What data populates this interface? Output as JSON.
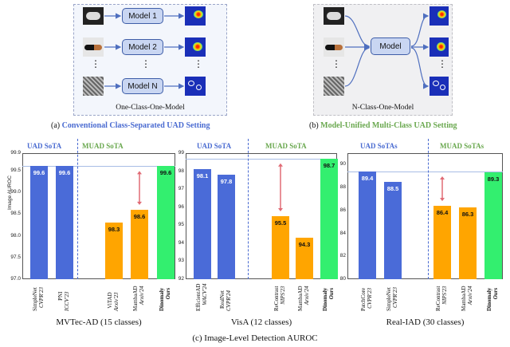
{
  "panel_a": {
    "models": [
      "Model 1",
      "Model 2",
      "Model N"
    ],
    "dots": "⋮",
    "inner_label": "One-Class-One-Model",
    "caption_prefix": "(a)",
    "caption_text": "Conventional Class-Separated UAD Setting"
  },
  "panel_b": {
    "model": "Model",
    "dots": "⋮",
    "inner_label": "N-Class-One-Model",
    "caption_prefix": "(b)",
    "caption_text": "Model-Unified Multi-Class UAD Setting"
  },
  "charts": {
    "ylabel": "Image AUROC",
    "figure_caption": "(c) Image-Level Detection AUROC"
  },
  "colors": {
    "blue_bar": "#4a6bd8",
    "orange_bar": "#ffa500",
    "green_bar": "#33ef6f",
    "arrow": "#e06a74"
  },
  "chart_data": [
    {
      "type": "bar",
      "caption": "MVTec-AD (15 classes)",
      "group_labels": [
        "UAD SoTA",
        "MUAD SoTA"
      ],
      "ylim": [
        97.0,
        99.9
      ],
      "yticks": [
        "97.0",
        "97.5",
        "98.0",
        "98.5",
        "99.0",
        "99.5",
        "99.9"
      ],
      "bars": [
        {
          "name": "SimpleNet",
          "venue": "CVPR'23",
          "value": 99.6,
          "label": "99.6",
          "group": "UAD"
        },
        {
          "name": "PNI",
          "venue": "ICCV'23",
          "value": 99.6,
          "label": "99.6",
          "group": "UAD"
        },
        {
          "name": "ViTAD",
          "venue": "Arxiv'23",
          "value": 98.3,
          "label": "98.3",
          "group": "MUAD"
        },
        {
          "name": "MambaAD",
          "venue": "Arxiv'24",
          "value": 98.6,
          "label": "98.6",
          "group": "MUAD"
        },
        {
          "name": "Dinomaly",
          "venue": "Ours",
          "value": 99.6,
          "label": "99.6",
          "group": "Ours"
        }
      ]
    },
    {
      "type": "bar",
      "caption": "VisA (12 classes)",
      "group_labels": [
        "UAD SoTA",
        "MUAD SoTA"
      ],
      "ylim": [
        92,
        99
      ],
      "yticks": [
        "92",
        "93",
        "94",
        "95",
        "96",
        "97",
        "98",
        "99"
      ],
      "bars": [
        {
          "name": "EfficientAD",
          "venue": "WACV'24",
          "value": 98.1,
          "label": "98.1",
          "group": "UAD"
        },
        {
          "name": "RealNet",
          "venue": "CVPR'24",
          "value": 97.8,
          "label": "97.8",
          "group": "UAD"
        },
        {
          "name": "ReContrast",
          "venue": "NIPS'23",
          "value": 95.5,
          "label": "95.5",
          "group": "MUAD"
        },
        {
          "name": "MambaAD",
          "venue": "Arxiv'24",
          "value": 94.3,
          "label": "94.3",
          "group": "MUAD"
        },
        {
          "name": "Dinomaly",
          "venue": "Ours",
          "value": 98.7,
          "label": "98.7",
          "group": "Ours"
        }
      ]
    },
    {
      "type": "bar",
      "caption": "Real-IAD (30 classes)",
      "group_labels": [
        "UAD SoTAs",
        "MUAD SoTAs"
      ],
      "ylim": [
        80,
        91
      ],
      "yticks": [
        "80",
        "82",
        "84",
        "86",
        "88",
        "90"
      ],
      "bars": [
        {
          "name": "PatchCore",
          "venue": "CVPR'23",
          "value": 89.4,
          "label": "89.4",
          "group": "UAD"
        },
        {
          "name": "SimpleNet",
          "venue": "CVPR'23",
          "value": 88.5,
          "label": "88.5",
          "group": "UAD"
        },
        {
          "name": "ReContrast",
          "venue": "NIPS'23",
          "value": 86.4,
          "label": "86.4",
          "group": "MUAD"
        },
        {
          "name": "MambaAD",
          "venue": "Arxiv'24",
          "value": 86.3,
          "label": "86.3",
          "group": "MUAD"
        },
        {
          "name": "Dinomaly",
          "venue": "Ours",
          "value": 89.3,
          "label": "89.3",
          "group": "Ours"
        }
      ]
    }
  ]
}
